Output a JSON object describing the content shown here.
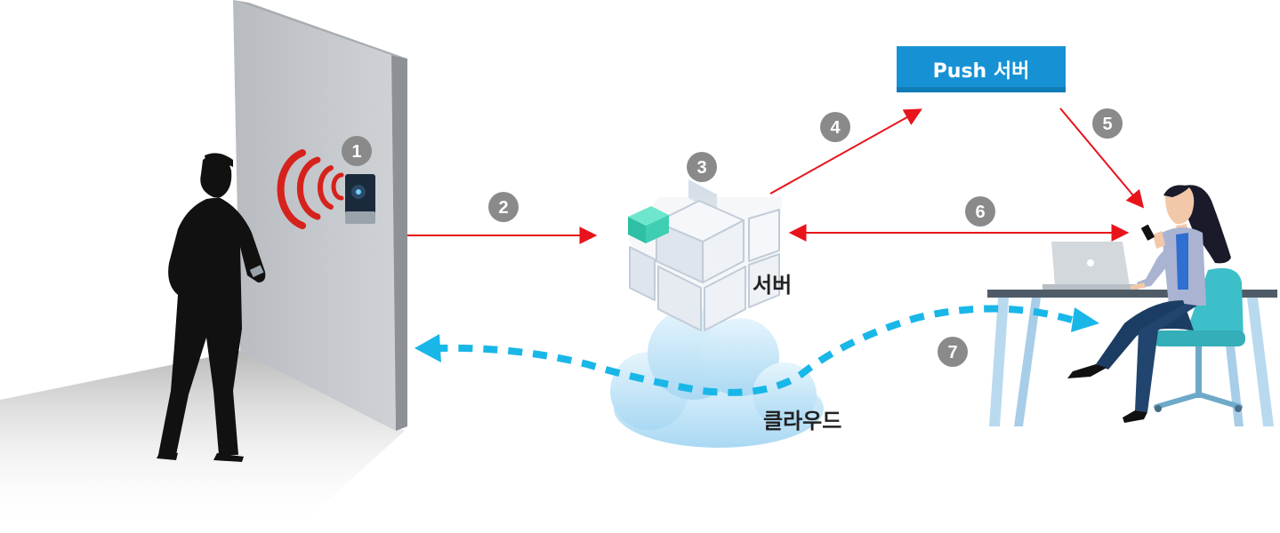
{
  "labels": {
    "server": "서버",
    "cloud": "클라우드",
    "push_server": "Push 서버"
  },
  "steps": [
    "1",
    "2",
    "3",
    "4",
    "5",
    "6",
    "7"
  ],
  "colors": {
    "arrow_red": "#e8141b",
    "arrow_dashed": "#19b7e8",
    "push_box": "#1692d4",
    "badge": "#8a8a8a",
    "signal": "#d6221c",
    "door": "#c3c6ca",
    "cloud": "#bfe3f7",
    "cube_accent": "#3ecfb3",
    "desk_top": "#4f5c67",
    "desk_legs": "#b9d9ef",
    "chair": "#3cbfc9"
  },
  "icons": [
    "wifi-signal-icon",
    "card-reader-icon",
    "server-cube-icon",
    "cloud-icon",
    "person-icon",
    "laptop-icon",
    "smartphone-icon"
  ]
}
